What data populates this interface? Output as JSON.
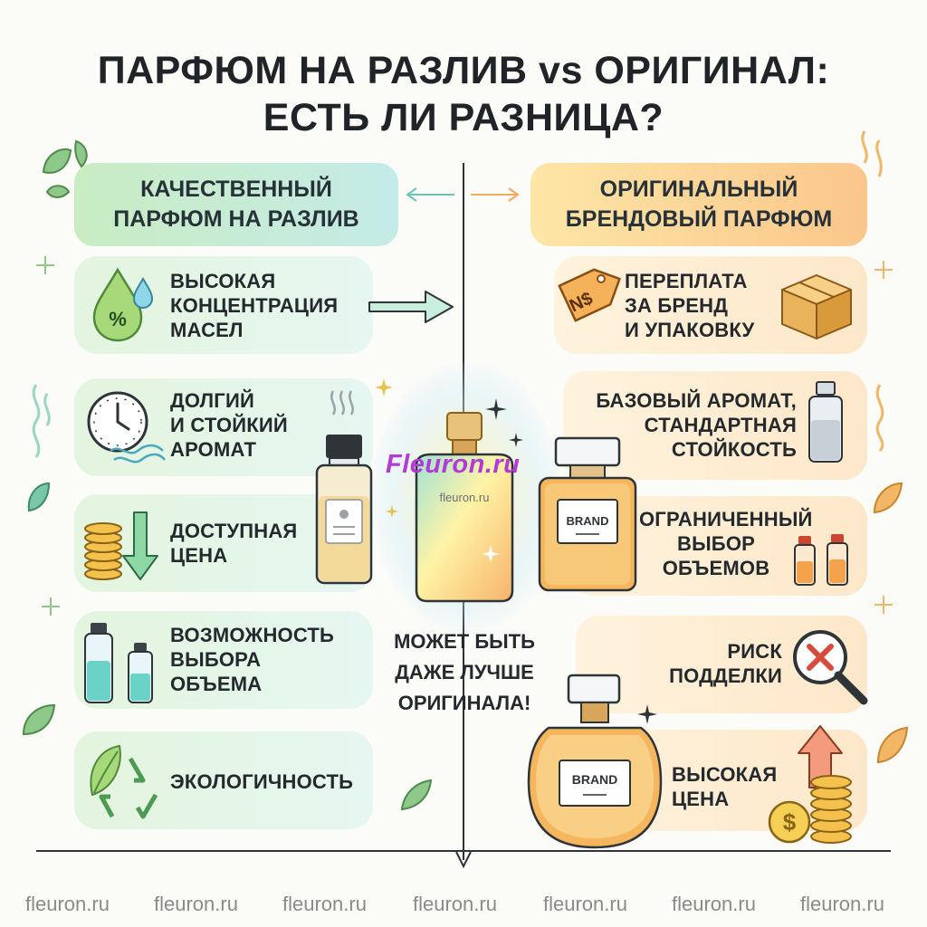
{
  "title": {
    "line1": "ПАРФЮМ НА РАЗЛИВ vs ОРИГИНАЛ:",
    "line2": "ЕСТЬ ЛИ РАЗНИЦА?"
  },
  "left": {
    "header_line1": "КАЧЕСТВЕННЫЙ",
    "header_line2": "ПАРФЮМ НА РАЗЛИВ",
    "items": [
      {
        "lines": [
          "ВЫСОКАЯ",
          "КОНЦЕНТРАЦИЯ",
          "МАСЕЛ"
        ],
        "icon": "oil-drop-percent-icon",
        "badge": "%"
      },
      {
        "lines": [
          "ДОЛГИЙ",
          "И СТОЙКИЙ",
          "АРОМАТ"
        ],
        "icon": "clock-icon"
      },
      {
        "lines": [
          "ДОСТУПНАЯ",
          "ЦЕНА"
        ],
        "icon": "coins-down-arrow-icon"
      },
      {
        "lines": [
          "ВОЗМОЖНОСТЬ",
          "ВЫБОРА",
          "ОБЪЕМА"
        ],
        "icon": "bottles-icon"
      },
      {
        "lines": [
          "ЭКОЛОГИЧНОСТЬ"
        ],
        "icon": "recycle-leaf-icon"
      }
    ]
  },
  "right": {
    "header_line1": "ОРИГИНАЛЬНЫЙ",
    "header_line2": "БРЕНДОВЫЙ ПАРФЮМ",
    "items": [
      {
        "lines": [
          "ПЕРЕПЛАТА",
          "ЗА БРЕНД",
          "И УПАКОВКУ"
        ],
        "icon": "price-tag-icon",
        "tag_text": "N$"
      },
      {
        "lines": [
          "БАЗОВЫЙ АРОМАТ,",
          "СТАНДАРТНАЯ",
          "СТОЙКОСТЬ"
        ],
        "icon": "bottle-icon"
      },
      {
        "lines": [
          "ОГРАНИЧЕННЫЙ",
          "ВЫБОР",
          "ОБЪЕМОВ"
        ],
        "icon": "small-bottles-icon"
      },
      {
        "lines": [
          "РИСК",
          "ПОДДЕЛКИ"
        ],
        "icon": "magnifier-x-icon"
      },
      {
        "lines": [
          "ВЫСОКАЯ",
          "ЦЕНА"
        ],
        "icon": "coins-up-arrow-icon",
        "coin_symbol": "$"
      }
    ]
  },
  "center": {
    "label_line1": "МОЖЕТ БЫТЬ",
    "label_line2": "ДАЖЕ ЛУЧШЕ",
    "label_line3": "ОРИГИНАЛА!",
    "bottle_label": "fleuron.ru",
    "brand_label": "BRAND",
    "brand_label_2": "BRAND",
    "watermark": "Fleuron.ru"
  },
  "footer_watermark": "fleuron.ru",
  "colors": {
    "left_accent": "#c9ecc2",
    "right_accent": "#fbc68b",
    "watermark": "#b23ad6"
  }
}
